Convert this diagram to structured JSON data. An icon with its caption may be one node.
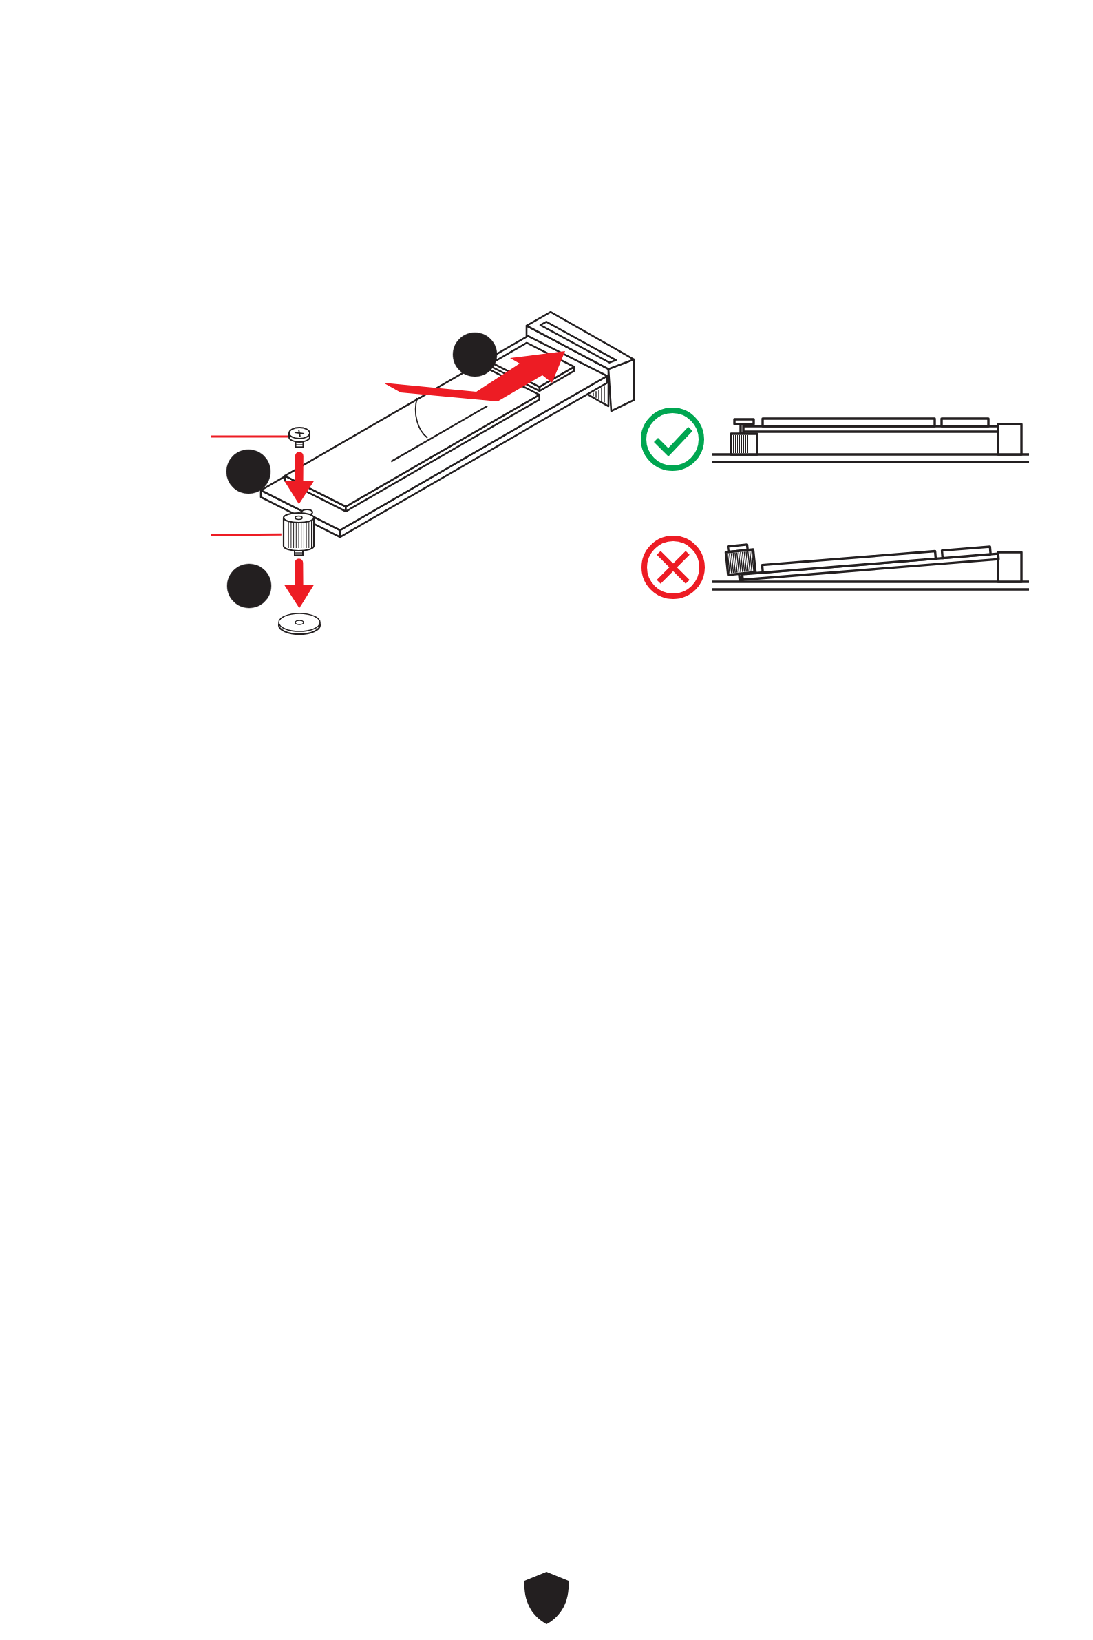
{
  "diagram": {
    "nodes": [
      {
        "text": [],
        "shape": "circle"
      },
      {
        "text": [],
        "shape": "picture"
      },
      {
        "text": [],
        "shape": "circle"
      },
      {
        "text": [],
        "shape": "picture"
      },
      {
        "text": [],
        "shape": "circle"
      },
      {
        "text": [],
        "shape": "picture"
      },
      {
        "text": [],
        "shape": "shield"
      }
    ],
    "edges": [
      {
        "from": null,
        "to": 1,
        "arrow": "none"
      },
      {
        "from": null,
        "to": 3,
        "arrow": "none"
      },
      {
        "from": 1,
        "to": 3,
        "arrow": "to",
        "style": "thick"
      },
      {
        "from": 3,
        "to": 5,
        "arrow": "to",
        "style": "thick"
      }
    ]
  }
}
